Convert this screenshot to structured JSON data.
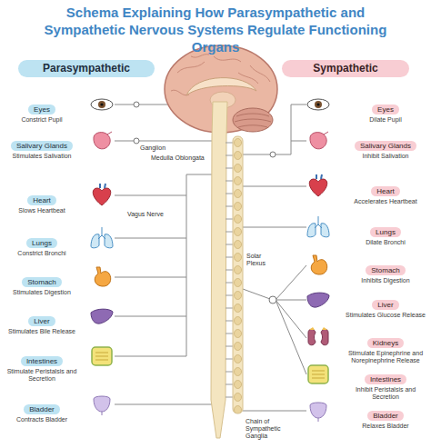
{
  "diagram": {
    "title": "Schema Explaining How Parasympathetic and Sympathetic Nervous Systems Regulate Functioning Organs",
    "nodes": [
      {
        "text": [
          "Parasympathetic"
        ]
      },
      {
        "text": [
          "Sympathetic"
        ]
      },
      {
        "text": [
          "Eyes",
          "Constrict Pupil"
        ]
      },
      {
        "text": [
          "Salivary Glands",
          "Stimulates Salivation"
        ]
      },
      {
        "text": [
          "Heart",
          "Slows Heartbeat"
        ]
      },
      {
        "text": [
          "Lungs",
          "Constrict Bronchi"
        ]
      },
      {
        "text": [
          "Stomach",
          "Stimulates Digestion"
        ]
      },
      {
        "text": [
          "Liver",
          "Stimulates Bile Release"
        ]
      },
      {
        "text": [
          "Intestines",
          "Stimulate Peristalsis and Secretion"
        ]
      },
      {
        "text": [
          "Bladder",
          "Contracts Bladder"
        ]
      },
      {
        "text": [
          "Eyes",
          "Dilate Pupil"
        ]
      },
      {
        "text": [
          "Salivary Glands",
          "Inhibit Salivation"
        ]
      },
      {
        "text": [
          "Heart",
          "Accelerates Heartbeat"
        ]
      },
      {
        "text": [
          "Lungs",
          "Dilate Bronchi"
        ]
      },
      {
        "text": [
          "Stomach",
          "Inhibits Digestion"
        ]
      },
      {
        "text": [
          "Liver",
          "Stimulates Glucose Release"
        ]
      },
      {
        "text": [
          "Kidneys",
          "Stimulate Epinephrine and Norepinephrine Release"
        ]
      },
      {
        "text": [
          "Intestines",
          "Inhibit Peristalsis and Secretion"
        ]
      },
      {
        "text": [
          "Bladder",
          "Relaxes Bladder"
        ]
      }
    ],
    "labels": [
      "Ganglion",
      "Medulla Oblongata",
      "Vagus Nerve",
      "Solar Plexus",
      "Chain of Sympathetic Ganglia"
    ]
  }
}
